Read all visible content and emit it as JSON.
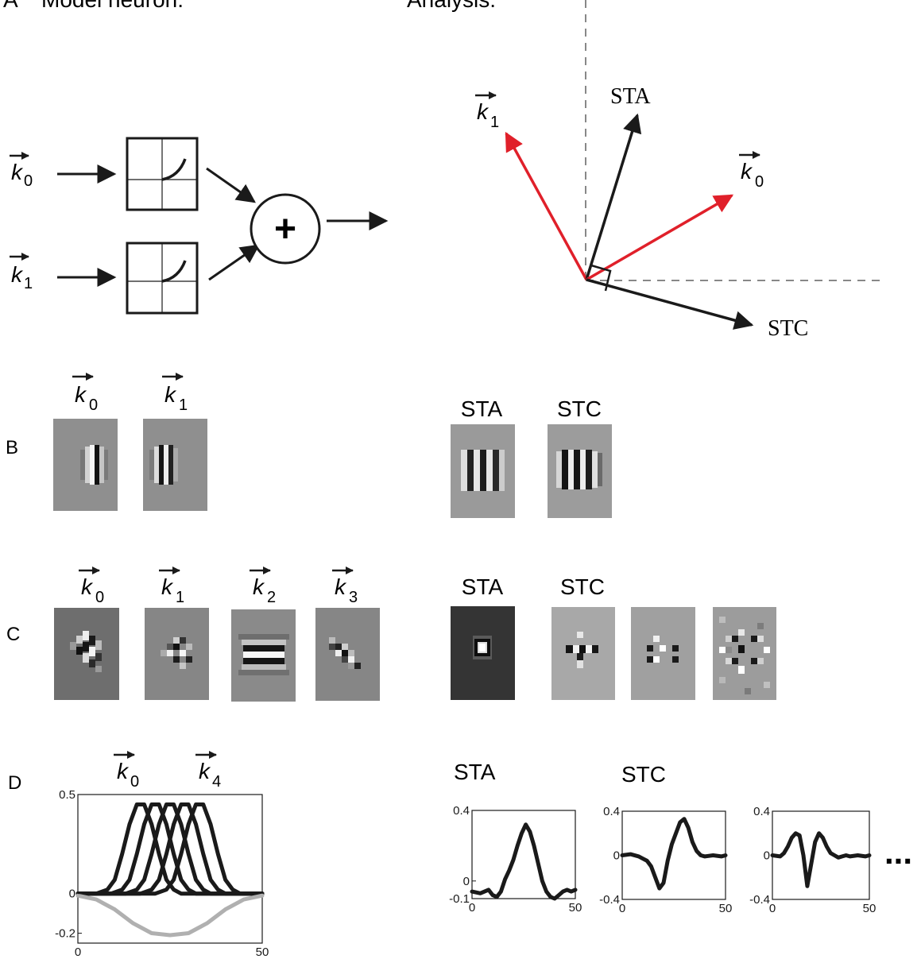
{
  "panel_a": {
    "letter": "A",
    "title": "Model neuron:",
    "analysis_title": "Analysis:",
    "inputs": [
      {
        "base": "k",
        "sub": "0"
      },
      {
        "base": "k",
        "sub": "1"
      }
    ],
    "sum_symbol": "+",
    "analysis_vectors": [
      {
        "id": "k1",
        "base": "k",
        "sub": "1",
        "label": "",
        "color": "#e0202a"
      },
      {
        "id": "sta",
        "base": "",
        "sub": "",
        "label": "STA",
        "color": "#1a1a1a"
      },
      {
        "id": "k0",
        "base": "k",
        "sub": "0",
        "label": "",
        "color": "#e0202a"
      },
      {
        "id": "stc",
        "base": "",
        "sub": "",
        "label": "STC",
        "color": "#1a1a1a"
      }
    ]
  },
  "panel_b": {
    "letter": "B",
    "model_filters": [
      {
        "base": "k",
        "sub": "0"
      },
      {
        "base": "k",
        "sub": "1"
      }
    ],
    "sta_label": "STA",
    "stc_label": "STC"
  },
  "panel_c": {
    "letter": "C",
    "model_filters": [
      {
        "base": "k",
        "sub": "0"
      },
      {
        "base": "k",
        "sub": "1"
      },
      {
        "base": "k",
        "sub": "2"
      },
      {
        "base": "k",
        "sub": "3"
      }
    ],
    "sta_label": "STA",
    "stc_label": "STC"
  },
  "panel_d": {
    "letter": "D",
    "first_filter": {
      "base": "k",
      "sub": "0"
    },
    "last_filter": {
      "base": "k",
      "sub": "4"
    },
    "sta_label": "STA",
    "stc_label": "STC",
    "ellipsis": "..."
  },
  "chart_data": [
    {
      "type": "line",
      "panel": "D model filters",
      "xlim": [
        0,
        50
      ],
      "ylim": [
        -0.25,
        0.5
      ],
      "xticks": [
        "0",
        "50"
      ],
      "yticks": [
        "0.5",
        "0",
        "-0.2"
      ],
      "series": [
        {
          "name": "k0",
          "color": "#1a1a1a",
          "x": [
            0,
            5,
            8,
            10,
            12,
            14,
            16,
            18,
            20,
            22,
            24,
            26,
            28,
            32,
            50
          ],
          "y": [
            0,
            0,
            0.02,
            0.07,
            0.2,
            0.35,
            0.45,
            0.45,
            0.35,
            0.2,
            0.07,
            0.02,
            0,
            0,
            0
          ]
        },
        {
          "name": "k1",
          "color": "#1a1a1a",
          "x": [
            0,
            9,
            12,
            14,
            16,
            18,
            20,
            22,
            24,
            26,
            28,
            30,
            32,
            36,
            50
          ],
          "y": [
            0,
            0,
            0.02,
            0.07,
            0.2,
            0.35,
            0.45,
            0.45,
            0.35,
            0.2,
            0.07,
            0.02,
            0,
            0,
            0
          ]
        },
        {
          "name": "k2",
          "color": "#1a1a1a",
          "x": [
            0,
            13,
            16,
            18,
            20,
            22,
            24,
            26,
            28,
            30,
            32,
            34,
            36,
            40,
            50
          ],
          "y": [
            0,
            0,
            0.02,
            0.07,
            0.2,
            0.35,
            0.45,
            0.45,
            0.35,
            0.2,
            0.07,
            0.02,
            0,
            0,
            0
          ]
        },
        {
          "name": "k3",
          "color": "#1a1a1a",
          "x": [
            0,
            17,
            20,
            22,
            24,
            26,
            28,
            30,
            32,
            34,
            36,
            38,
            40,
            44,
            50
          ],
          "y": [
            0,
            0,
            0.02,
            0.07,
            0.2,
            0.35,
            0.45,
            0.45,
            0.35,
            0.2,
            0.07,
            0.02,
            0,
            0,
            0
          ]
        },
        {
          "name": "k4",
          "color": "#1a1a1a",
          "x": [
            0,
            21,
            24,
            26,
            28,
            30,
            32,
            34,
            36,
            38,
            40,
            42,
            44,
            48,
            50
          ],
          "y": [
            0,
            0,
            0.02,
            0.07,
            0.2,
            0.35,
            0.45,
            0.45,
            0.35,
            0.2,
            0.07,
            0.02,
            0,
            0,
            0
          ]
        },
        {
          "name": "",
          "color": "#b0b0b0",
          "x": [
            0,
            5,
            10,
            15,
            20,
            25,
            30,
            35,
            40,
            45,
            50
          ],
          "y": [
            -0.01,
            -0.03,
            -0.08,
            -0.15,
            -0.2,
            -0.21,
            -0.2,
            -0.15,
            -0.08,
            -0.03,
            -0.01
          ]
        }
      ]
    },
    {
      "type": "line",
      "panel": "D STA",
      "xlim": [
        0,
        50
      ],
      "ylim": [
        -0.1,
        0.4
      ],
      "xticks": [
        "0",
        "50"
      ],
      "yticks": [
        "0.4",
        "0",
        "-0.1"
      ],
      "series": [
        {
          "name": "",
          "color": "#1a1a1a",
          "x": [
            0,
            4,
            8,
            10,
            12,
            14,
            16,
            18,
            20,
            22,
            24,
            26,
            28,
            30,
            32,
            34,
            36,
            38,
            40,
            42,
            44,
            46,
            48,
            50
          ],
          "y": [
            -0.06,
            -0.07,
            -0.05,
            -0.08,
            -0.09,
            -0.06,
            0.01,
            0.06,
            0.12,
            0.2,
            0.27,
            0.32,
            0.28,
            0.2,
            0.1,
            0.0,
            -0.06,
            -0.09,
            -0.1,
            -0.08,
            -0.06,
            -0.05,
            -0.06,
            -0.05
          ]
        }
      ]
    },
    {
      "type": "line",
      "panel": "D STC 1",
      "xlim": [
        0,
        50
      ],
      "ylim": [
        -0.4,
        0.4
      ],
      "xticks": [
        "0",
        "50"
      ],
      "yticks": [
        "0.4",
        "0",
        "-0.4"
      ],
      "series": [
        {
          "name": "",
          "color": "#1a1a1a",
          "x": [
            0,
            4,
            8,
            10,
            12,
            14,
            16,
            18,
            20,
            22,
            24,
            26,
            28,
            30,
            32,
            34,
            36,
            38,
            40,
            44,
            48,
            50
          ],
          "y": [
            0.0,
            0.01,
            -0.01,
            -0.03,
            -0.05,
            -0.1,
            -0.2,
            -0.3,
            -0.25,
            -0.05,
            0.1,
            0.2,
            0.3,
            0.33,
            0.25,
            0.12,
            0.04,
            0.0,
            -0.01,
            0.0,
            -0.01,
            0.0
          ]
        }
      ]
    },
    {
      "type": "line",
      "panel": "D STC 2",
      "xlim": [
        0,
        50
      ],
      "ylim": [
        -0.4,
        0.4
      ],
      "xticks": [
        "0",
        "50"
      ],
      "yticks": [
        "0.4",
        "0",
        "-0.4"
      ],
      "series": [
        {
          "name": "",
          "color": "#1a1a1a",
          "x": [
            0,
            4,
            6,
            8,
            10,
            12,
            14,
            16,
            18,
            20,
            22,
            24,
            26,
            28,
            30,
            32,
            34,
            36,
            38,
            40,
            44,
            48,
            50
          ],
          "y": [
            0.0,
            -0.01,
            0.02,
            0.08,
            0.16,
            0.2,
            0.18,
            0.0,
            -0.28,
            -0.08,
            0.12,
            0.2,
            0.16,
            0.08,
            0.02,
            0.0,
            -0.02,
            -0.01,
            0.0,
            -0.01,
            0.0,
            -0.01,
            0.0
          ]
        }
      ]
    }
  ]
}
